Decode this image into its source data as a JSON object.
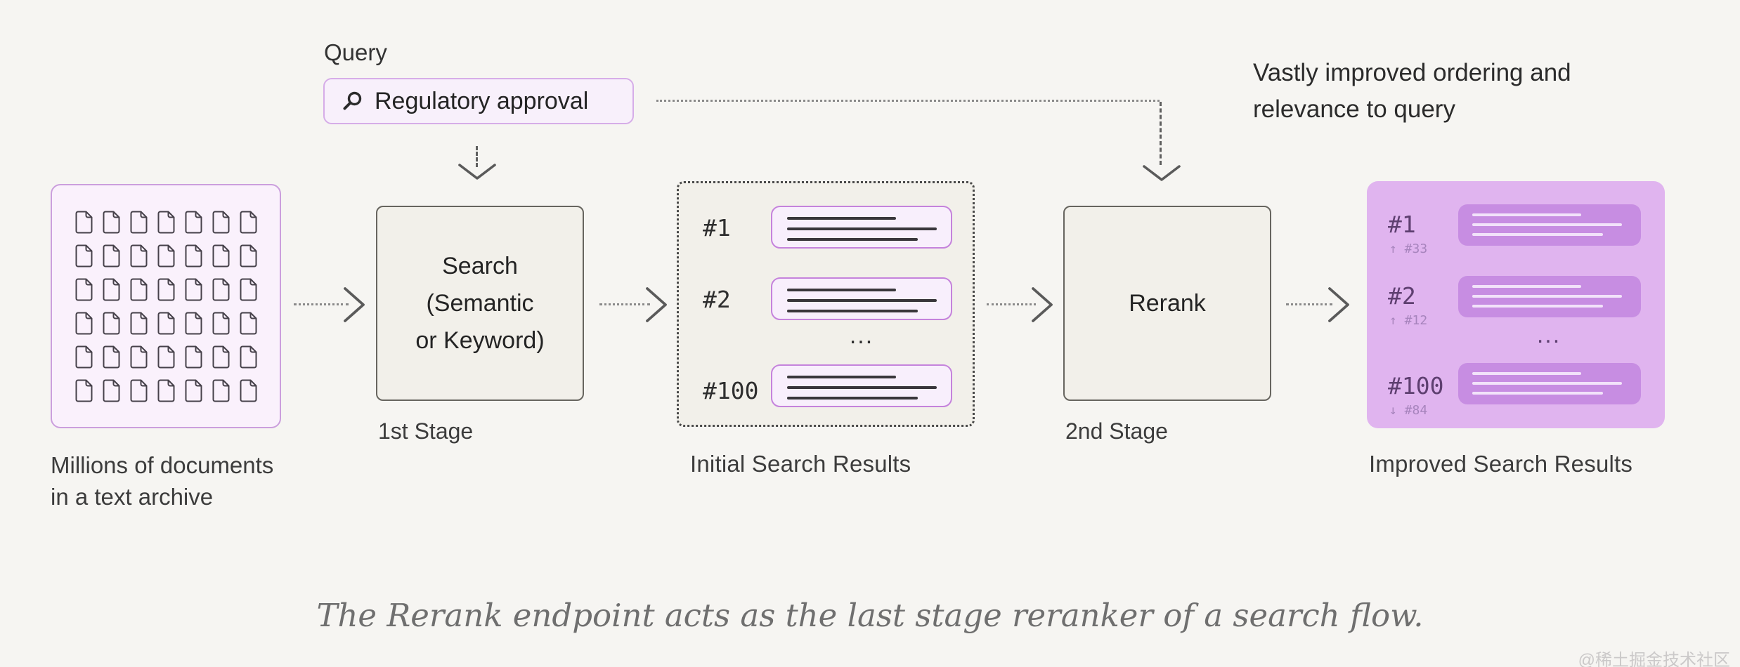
{
  "query": {
    "label": "Query",
    "value": "Regulatory approval"
  },
  "documents": {
    "caption_line1": "Millions of documents",
    "caption_line2": "in a text archive",
    "grid": {
      "rows": 6,
      "cols": 7
    }
  },
  "search": {
    "line1": "Search",
    "line2": "(Semantic",
    "line3": "or Keyword)",
    "stage": "1st Stage"
  },
  "initial_results": {
    "caption": "Initial Search Results",
    "ellipsis": "...",
    "rows": [
      {
        "rank": "#1"
      },
      {
        "rank": "#2"
      },
      {
        "rank": "#100"
      }
    ]
  },
  "rerank": {
    "label": "Rerank",
    "stage": "2nd Stage"
  },
  "improved_results": {
    "caption": "Improved Search Results",
    "ellipsis": "...",
    "rows": [
      {
        "rank": "#1",
        "change": "↑ #33"
      },
      {
        "rank": "#2",
        "change": "↑ #12"
      },
      {
        "rank": "#100",
        "change": "↓ #84"
      }
    ]
  },
  "annotations": {
    "top_right_line1": "Vastly improved ordering and",
    "top_right_line2": "relevance to query",
    "bottom_caption": "The Rerank endpoint acts as the last stage reranker of a search flow.",
    "watermark": "@稀土掘金技术社区"
  },
  "colors": {
    "background": "#f6f5f2",
    "pink_fill": "#f8f0fb",
    "pink_border": "#d6ade8",
    "docs_border": "#cb9fdd",
    "cream_fill": "#f2f0ea",
    "box_border": "#67655f",
    "pill_border": "#c583dc",
    "improved_fill": "#e0b4ef",
    "improved_pill": "#c78de2",
    "line_dark": "#39363b",
    "arrow_gray": "#5a5a5a"
  }
}
